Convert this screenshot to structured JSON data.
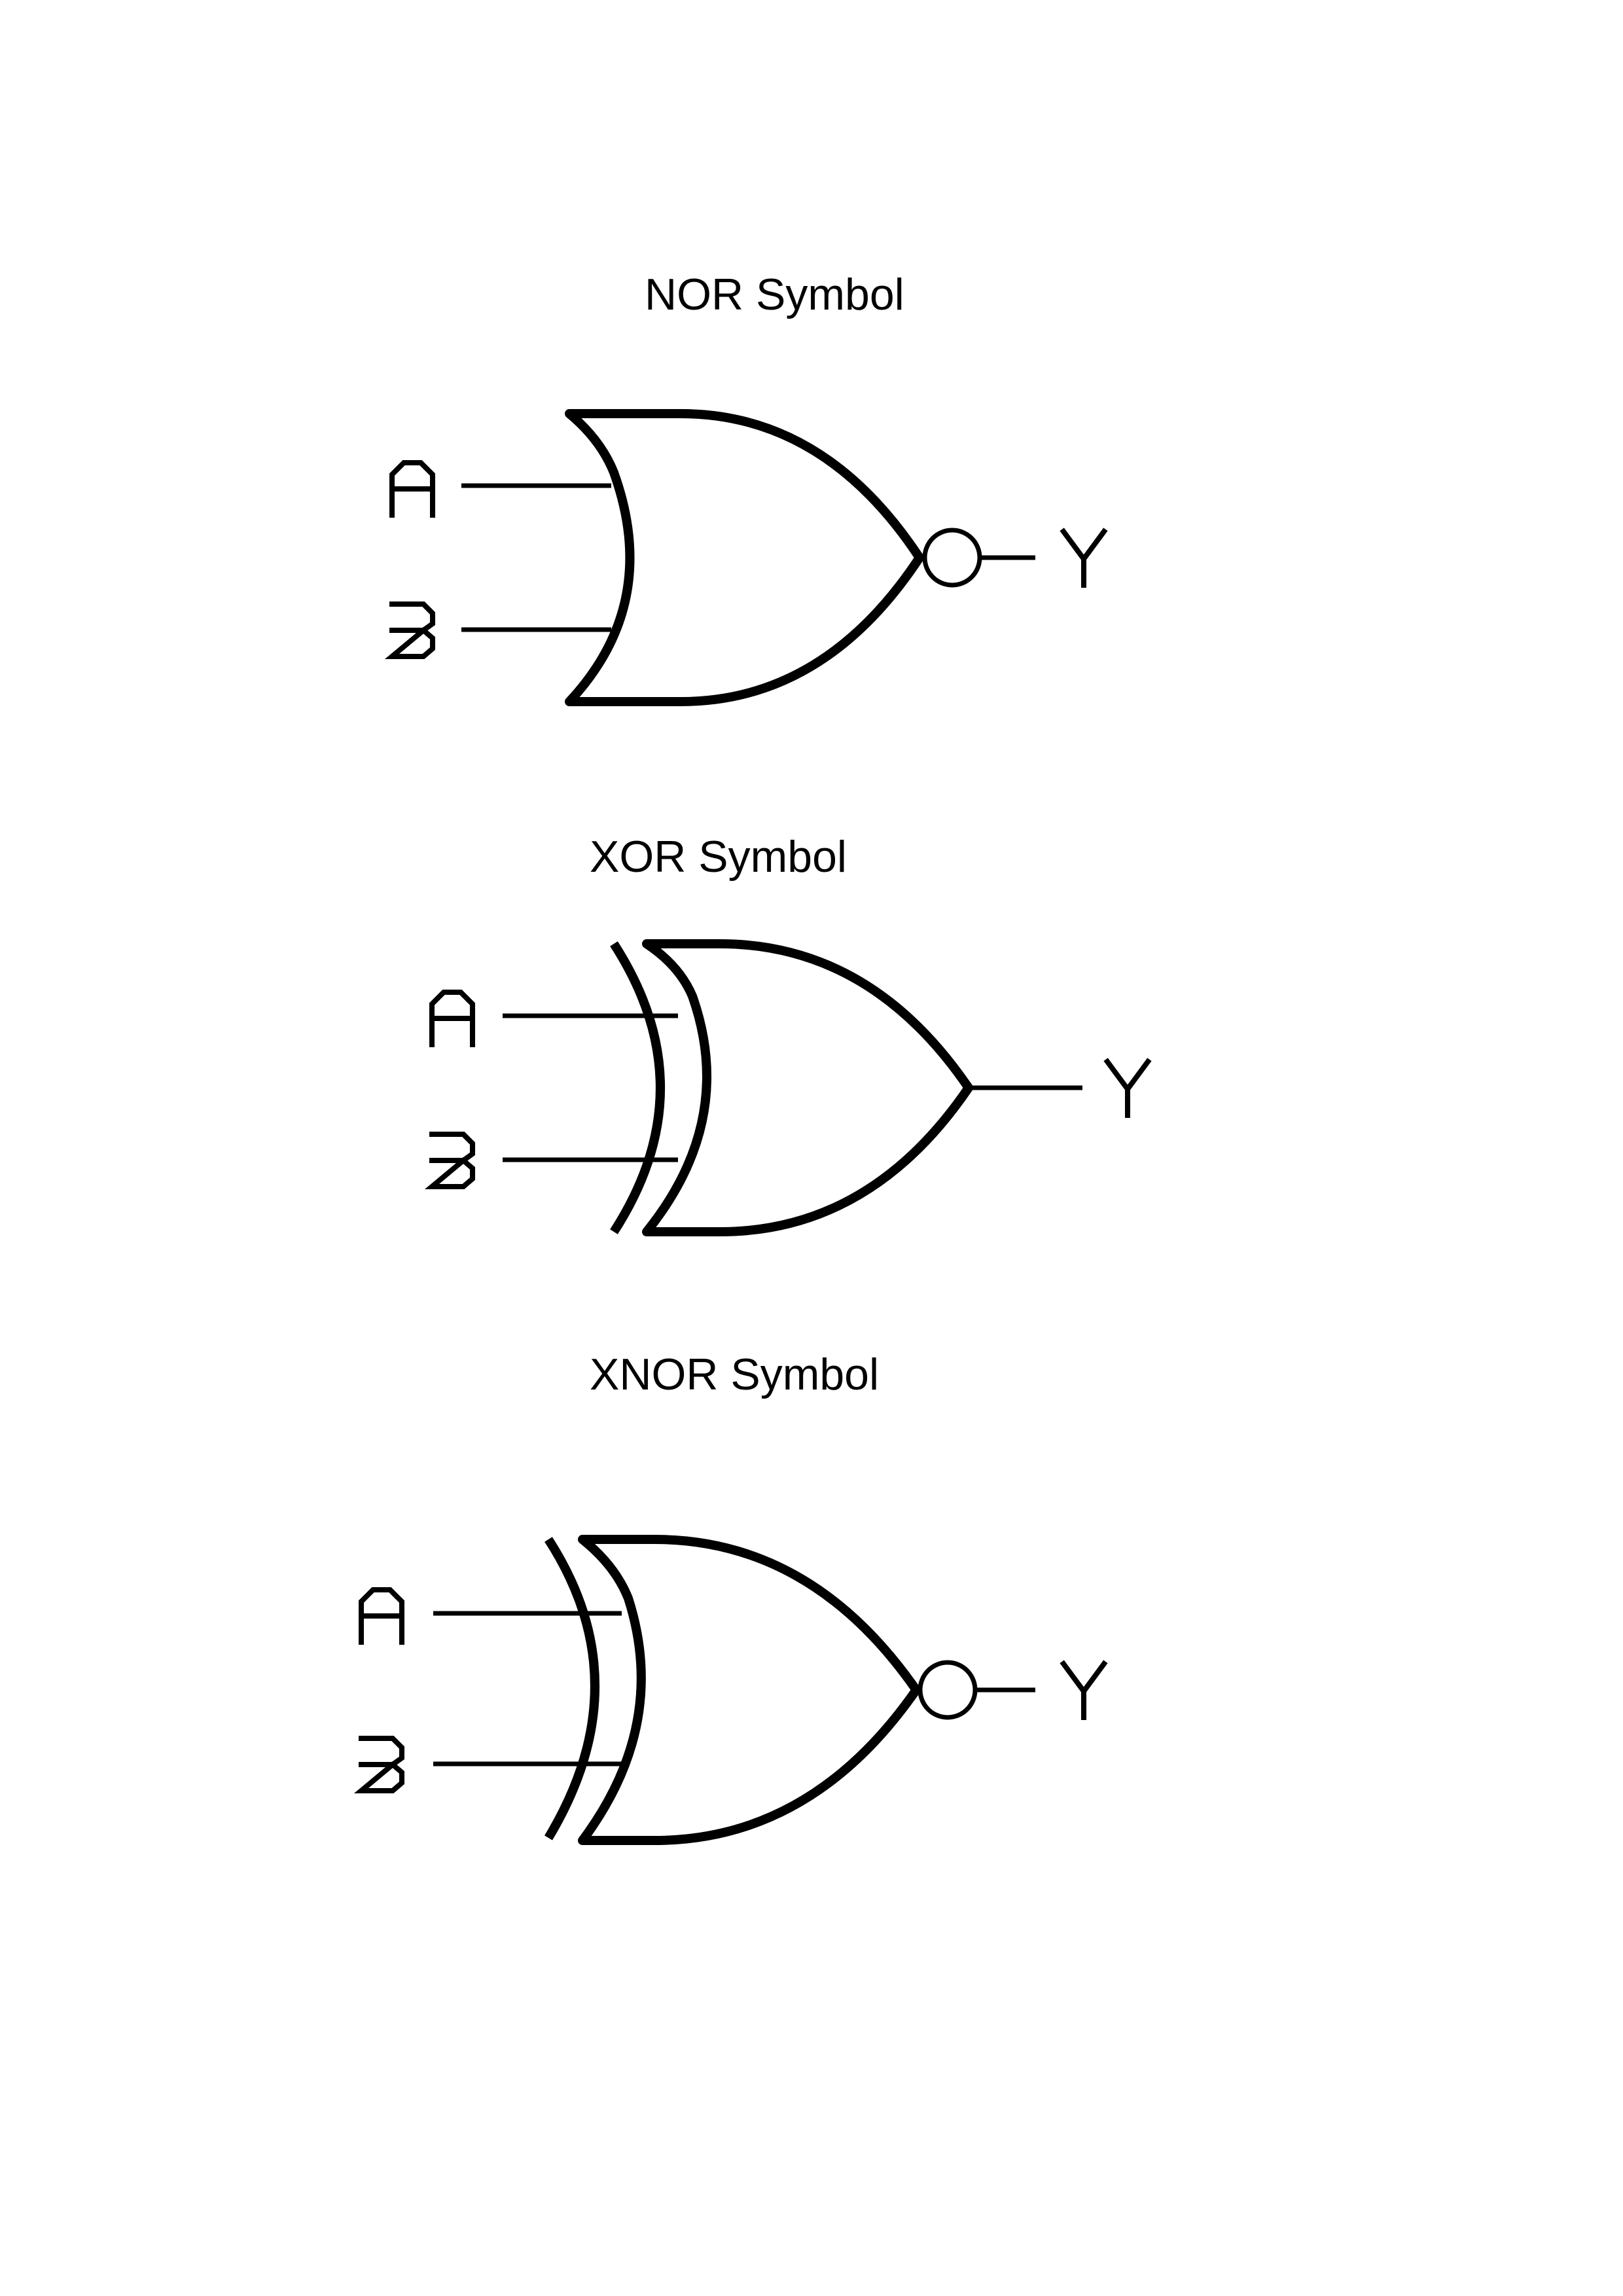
{
  "gates": [
    {
      "id": "nor",
      "title": "NOR Symbol",
      "type": "NOR",
      "inputs": [
        "A",
        "B"
      ],
      "output": "Y",
      "inverted_output": true,
      "exclusive": false
    },
    {
      "id": "xor",
      "title": "XOR Symbol",
      "type": "XOR",
      "inputs": [
        "A",
        "B"
      ],
      "output": "Y",
      "inverted_output": false,
      "exclusive": true
    },
    {
      "id": "xnor",
      "title": "XNOR Symbol",
      "type": "XNOR",
      "inputs": [
        "A",
        "B"
      ],
      "output": "Y",
      "inverted_output": true,
      "exclusive": true
    }
  ],
  "colors": {
    "ink": "#000000",
    "background": "#ffffff"
  }
}
